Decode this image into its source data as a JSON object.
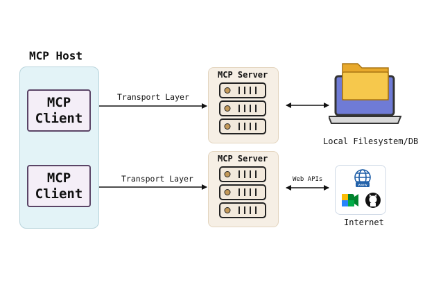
{
  "host": {
    "title": "MCP Host"
  },
  "clients": [
    {
      "label": "MCP\nClient"
    },
    {
      "label": "MCP\nClient"
    }
  ],
  "connections": [
    {
      "label": "Transport Layer"
    },
    {
      "label": "Transport Layer"
    }
  ],
  "servers": [
    {
      "label": "MCP Server"
    },
    {
      "label": "MCP Server"
    }
  ],
  "resources": {
    "filesystem": {
      "label": "Local Filesystem/DB"
    },
    "web_link": {
      "label": "Web APIs"
    },
    "internet": {
      "label": "Internet",
      "globe_text": "www"
    }
  },
  "colors": {
    "host_bg": "#e3f3f7",
    "client_border": "#5a4466",
    "server_bg": "#f6efe5",
    "server_unit_fill": "#f2e9dc",
    "server_light": "#c49a5a",
    "folder": "#f6c84c",
    "laptop_screen": "#6f7bd6"
  }
}
